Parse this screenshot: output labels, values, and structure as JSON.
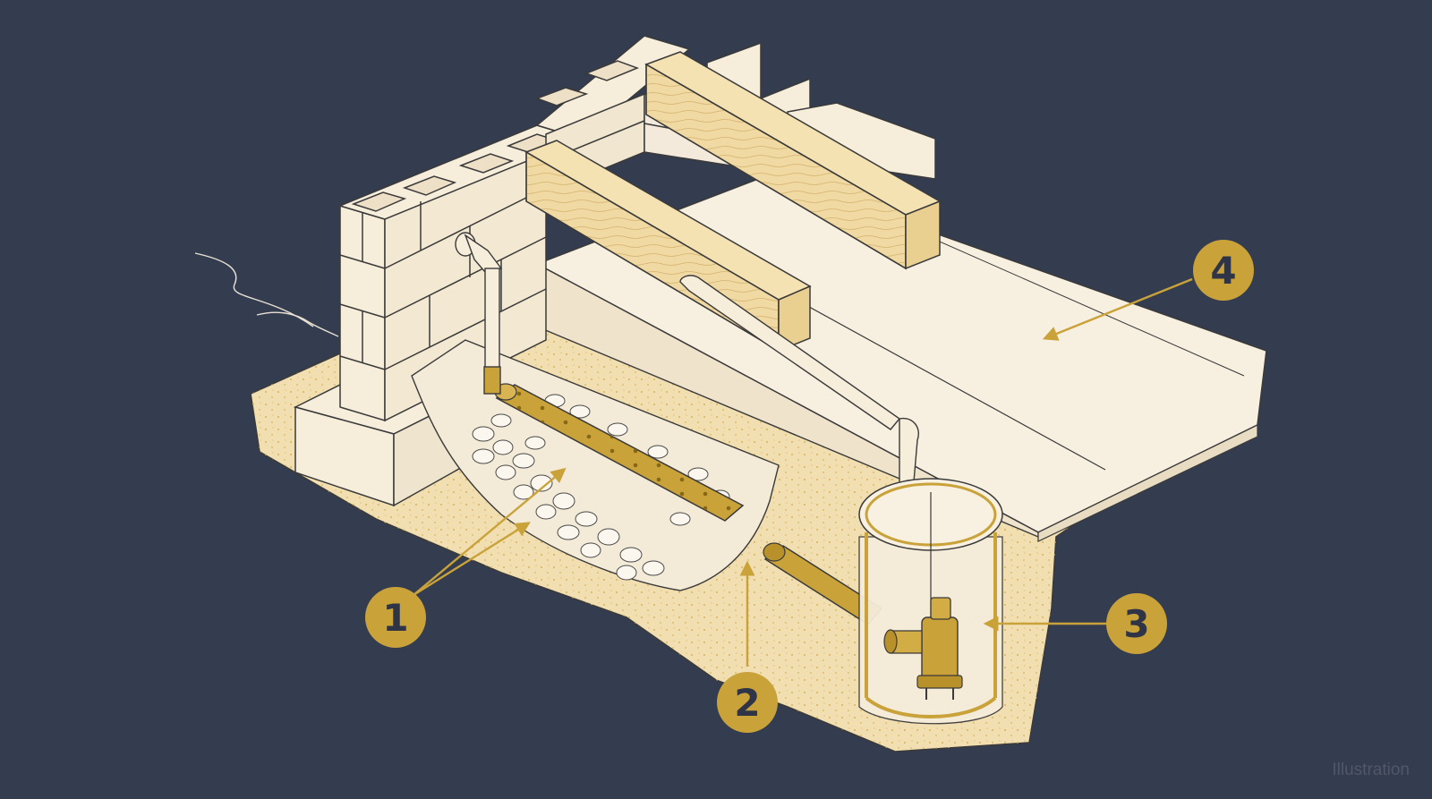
{
  "caption": "Illustration",
  "colors": {
    "background": "#343c4f",
    "cream": "#f6eddb",
    "sand": "#f1dfb2",
    "gold": "#c9a23a",
    "line": "#3a3a3a"
  },
  "callouts": [
    {
      "id": "1",
      "label": "1"
    },
    {
      "id": "2",
      "label": "2"
    },
    {
      "id": "3",
      "label": "3"
    },
    {
      "id": "4",
      "label": "4"
    }
  ]
}
